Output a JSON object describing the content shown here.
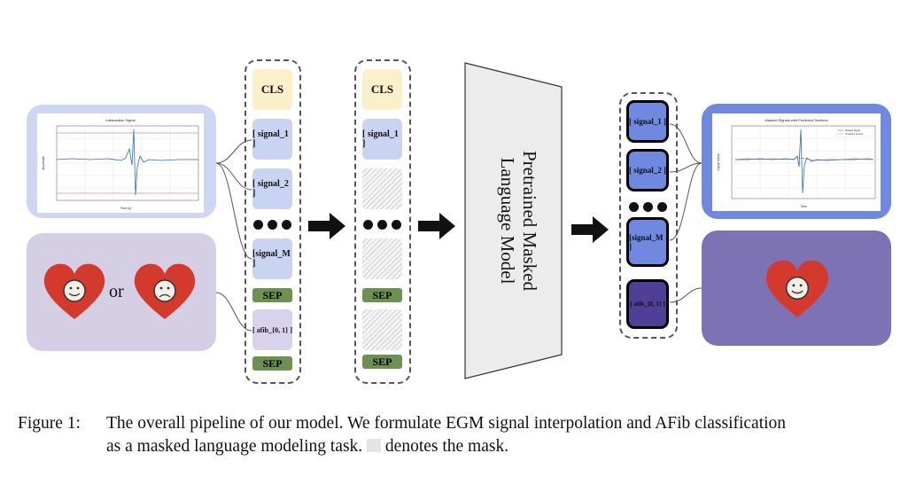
{
  "tokens": {
    "cls": "CLS",
    "signal_1": "[ signal_1 ]",
    "signal_2": "[ signal_2 ]",
    "signal_m": "[signal_M ]",
    "sep": "SEP",
    "afib": "[ afib_{0, 1} ]"
  },
  "output_tokens": {
    "signal_1": "[ signal_1 ]",
    "signal_2": "[ signal_2 ]",
    "signal_m": "[signal_M ]",
    "afib": "[ afib_{0, 1} ]"
  },
  "model": {
    "line1": "Pretrained Masked",
    "line2": "Language Model"
  },
  "input_plot": {
    "title": "Intracardiac Signal",
    "xlabel": "Time (s)",
    "ylabel": "Amplitude"
  },
  "output_plot": {
    "title": "Masked Signals with Predicted Sections",
    "legend": [
      "Masked Signal",
      "Predicted Section"
    ],
    "xlabel": "Time",
    "ylabel": "Signal Value"
  },
  "or_text": "or",
  "caption": {
    "label": "Figure 1:",
    "line1": "The overall pipeline of our model. We formulate EGM signal interpolation and AFib classification",
    "line2a": "as a masked language modeling task.",
    "line2b": "denotes the mask."
  },
  "colors": {
    "input_signal_panel": "#cdd6f2",
    "input_heart_panel": "#d5cfe6",
    "output_signal_panel": "#6f88e0",
    "output_heart_panel": "#7d72b4",
    "heart": "#d33a2c",
    "sep": "#6c9150",
    "cls": "#fbf0c9"
  }
}
